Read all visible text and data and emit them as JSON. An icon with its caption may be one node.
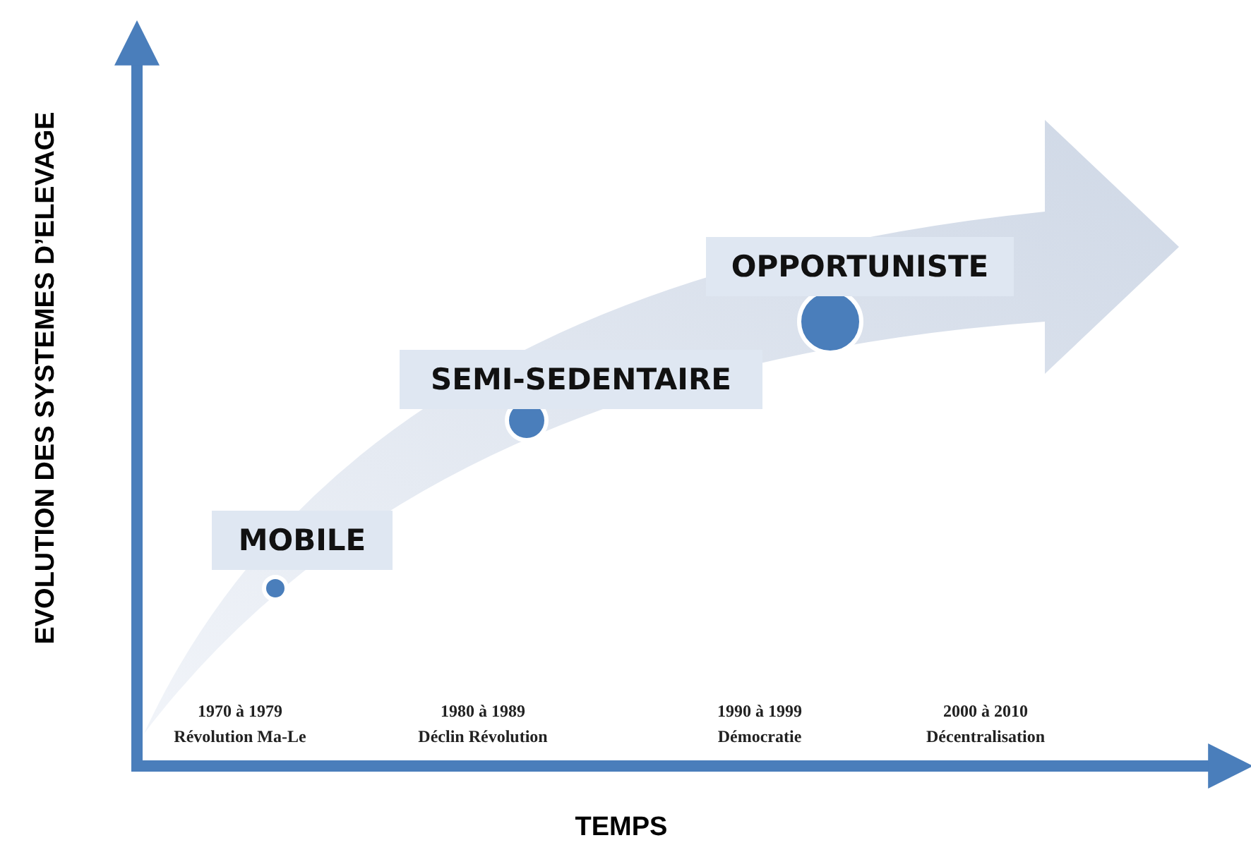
{
  "diagram": {
    "nodes": [
      {
        "text": [
          "MOBILE"
        ]
      },
      {
        "text": [
          "SEMI-SEDENTAIRE"
        ]
      },
      {
        "text": [
          "OPPORTUNISTE"
        ]
      }
    ],
    "edges": [],
    "labels": [
      "EVOLUTION DES SYSTEMES D’ELEVAGE",
      "1970 à 1979",
      "Révolution Ma-Le",
      "1980 à 1989",
      "Déclin Révolution",
      "1990 à 1999",
      "Démocratie",
      "2000 à 2010",
      "Décentralisation",
      "TEMPS"
    ]
  }
}
